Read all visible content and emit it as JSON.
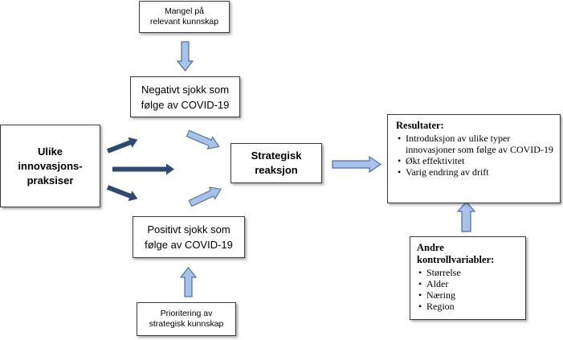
{
  "boxes": {
    "mangel": {
      "lines": [
        "Mangel på",
        "relevant kunnskap"
      ]
    },
    "negativt": {
      "lines": [
        "Negativt sjokk som",
        "følge av COVID-19"
      ]
    },
    "ulike": {
      "lines": [
        "Ulike",
        "innovasjons-",
        "praksiser"
      ]
    },
    "strategisk": {
      "lines": [
        "Strategisk",
        "reaksjon"
      ]
    },
    "positivt": {
      "lines": [
        "Positivt sjokk som",
        "følge av COVID-19"
      ]
    },
    "prioritering": {
      "lines": [
        "Prioritering av",
        "strategisk kunnskap"
      ]
    },
    "resultater": {
      "title": "Resultater:",
      "items": [
        "Introduksjon av ulike typer innovasjoner som følge av COVID-19",
        "Økt effektivitet",
        "Varig endring av drift"
      ]
    },
    "andre": {
      "title_lines": [
        "Andre",
        "kontrollvariabler:"
      ],
      "items": [
        "Størrelse",
        "Alder",
        "Næring",
        "Region"
      ]
    }
  },
  "colors": {
    "arrow_fill": "#a9c2e8",
    "arrow_stroke": "#4a6fa5",
    "dark_arrow": "#2f4a6e",
    "border": "#3a3a3a"
  }
}
